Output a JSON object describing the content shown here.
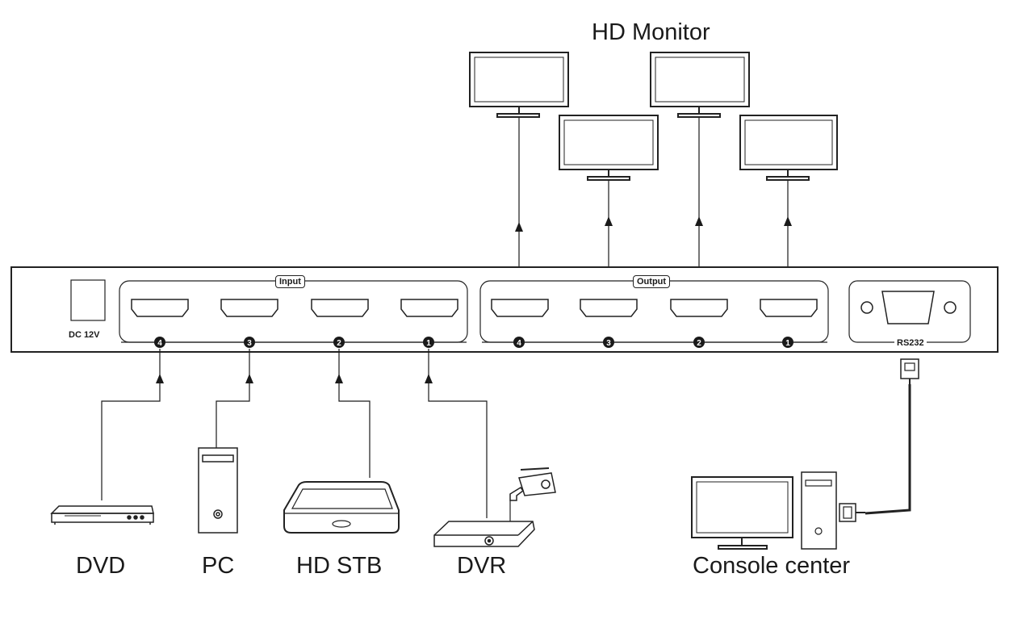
{
  "title": "HD Monitor",
  "switch": {
    "power_label": "DC 12V",
    "input_label": "Input",
    "output_label": "Output",
    "rs232_label": "RS232",
    "input_ports": [
      "4",
      "3",
      "2",
      "1"
    ],
    "output_ports": [
      "4",
      "3",
      "2",
      "1"
    ]
  },
  "sources": [
    {
      "label": "DVD",
      "port": "4",
      "icon": "dvd-player-icon"
    },
    {
      "label": "PC",
      "port": "3",
      "icon": "pc-tower-icon"
    },
    {
      "label": "HD STB",
      "port": "2",
      "icon": "set-top-box-icon"
    },
    {
      "label": "DVR",
      "port": "1",
      "icon": "dvr-camera-icon"
    }
  ],
  "monitors": [
    {
      "port": "4",
      "icon": "monitor-icon"
    },
    {
      "port": "3",
      "icon": "monitor-icon"
    },
    {
      "port": "2",
      "icon": "monitor-icon"
    },
    {
      "port": "1",
      "icon": "monitor-icon"
    }
  ],
  "console": {
    "label": "Console center",
    "icon": "console-computer-icon"
  }
}
